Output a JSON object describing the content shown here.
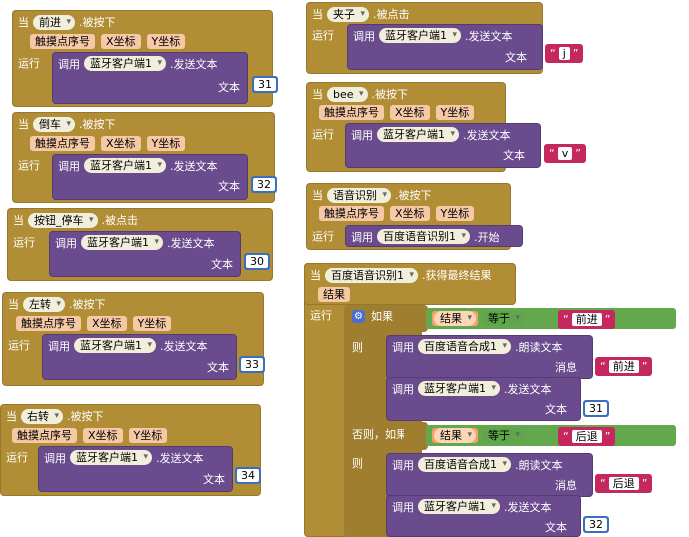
{
  "kw": {
    "when": "当",
    "pressed": ".被按下",
    "clicked": ".被点击",
    "run": "运行",
    "call": "调用",
    "send_text": ".发送文本",
    "text": "文本",
    "start": ".开始",
    "got_final": ".获得最终结果",
    "if": "如果",
    "then": "则",
    "elseif": "否则，如果",
    "speak": ".朗读文本",
    "message": "消息",
    "equals": "等于",
    "result": "结果"
  },
  "params": {
    "touch": "触摸点序号",
    "x": "X坐标",
    "y": "Y坐标"
  },
  "components": {
    "bt": "蓝牙客户端1",
    "speech": "百度语音识别1",
    "tts": "百度语音合成1"
  },
  "buttons": {
    "forward": "前进",
    "backward": "倒车",
    "stop": "按钮_停车",
    "left": "左转",
    "right": "右转",
    "clamp": "夹子",
    "bee": "bee",
    "voice": "语音识别"
  },
  "values": {
    "forward": "31",
    "backward": "32",
    "stop": "30",
    "left": "33",
    "right": "34",
    "clamp": "j",
    "bee": "v",
    "if1_cmp": "前进",
    "if1_msg": "前进",
    "if1_send": "31",
    "if2_cmp": "后退",
    "if2_msg": "后退",
    "if2_send": "32"
  }
}
